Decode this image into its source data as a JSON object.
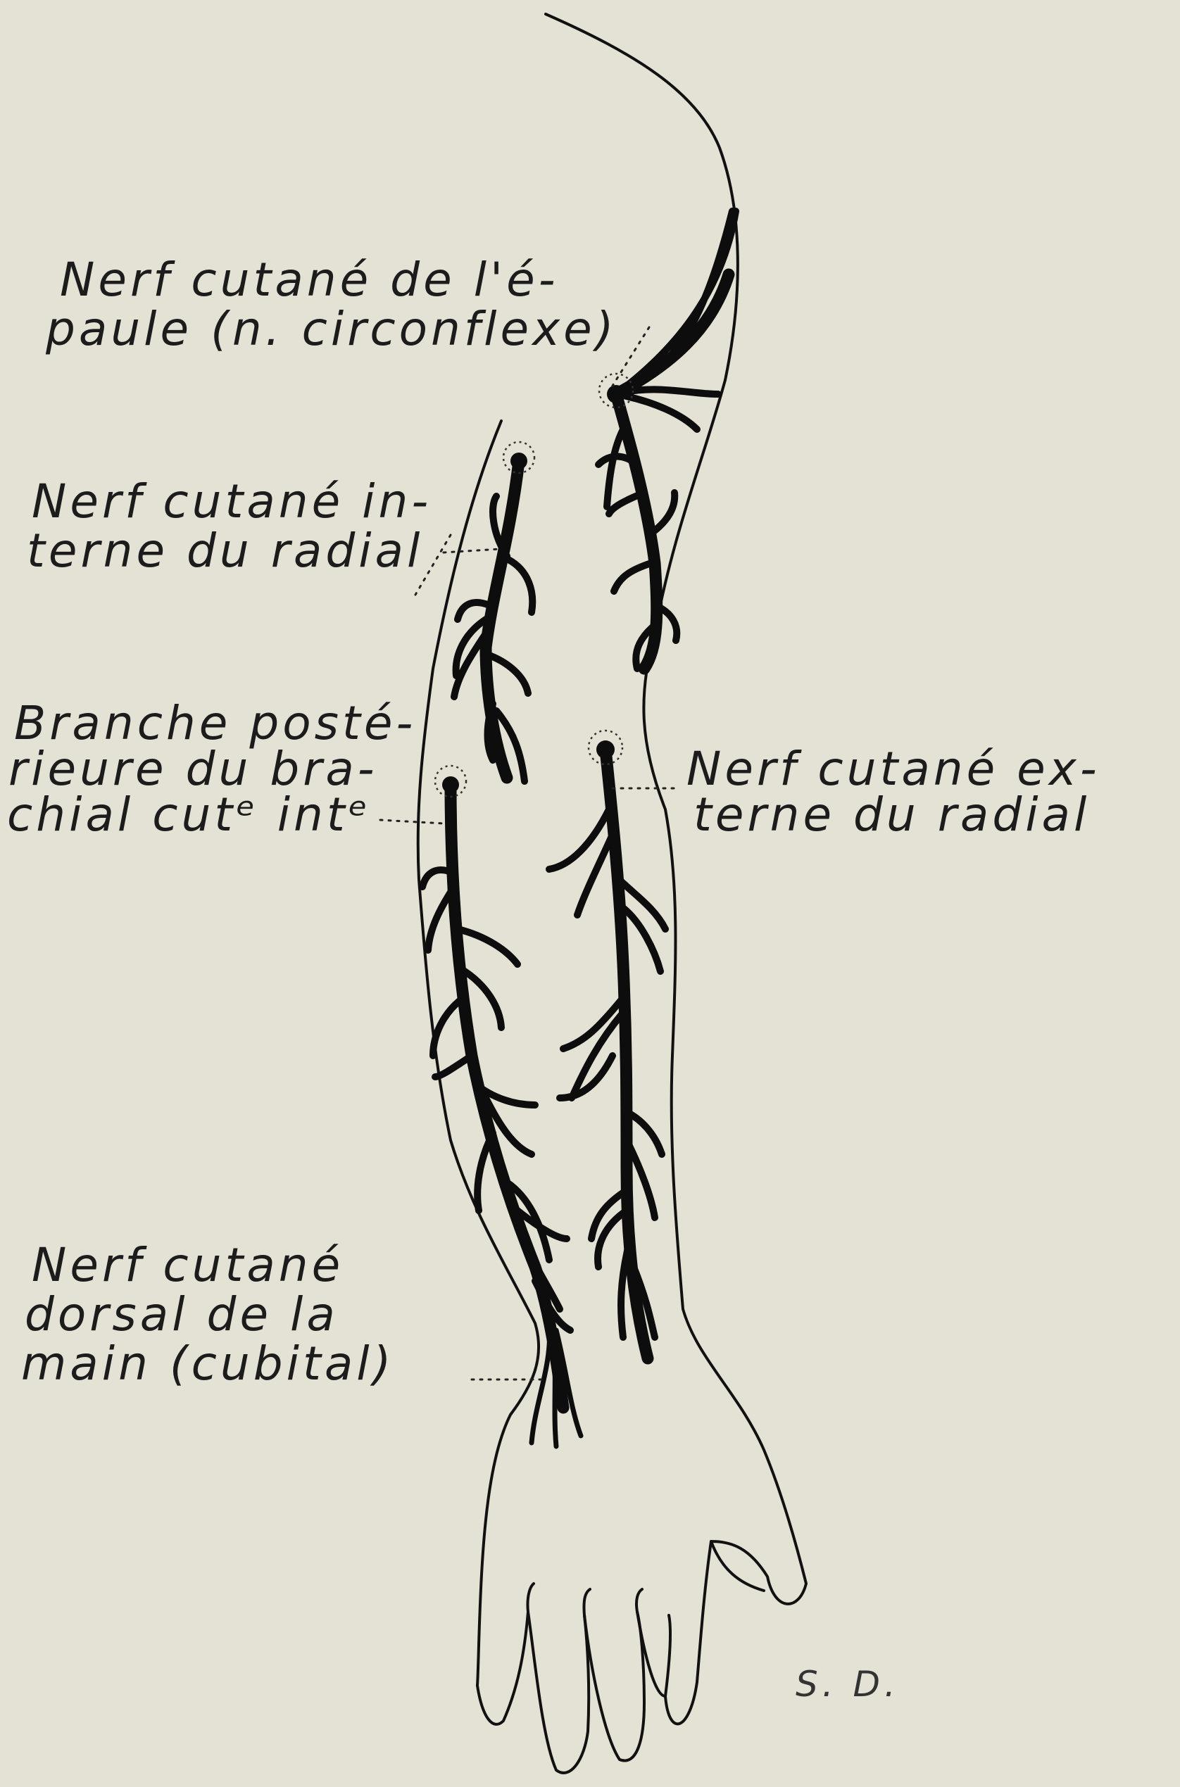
{
  "labels": {
    "shoulder": [
      "Nerf cutané de l'é-",
      "paule (n. circonflexe)"
    ],
    "int_radial": [
      "Nerf cutané in-",
      "terne du radial"
    ],
    "brachial": [
      "Branche posté-",
      "rieure du bra-",
      "chial cutᵉ intᵉ"
    ],
    "ext_radial": [
      "Nerf cutané ex-",
      "terne du radial"
    ],
    "dorsal": [
      "Nerf cutané",
      "dorsal de la",
      "main (cubital)"
    ]
  },
  "signature": "S. D.",
  "colors": {
    "paper": "#e4e1d5",
    "ink": "#0d0d0d"
  }
}
